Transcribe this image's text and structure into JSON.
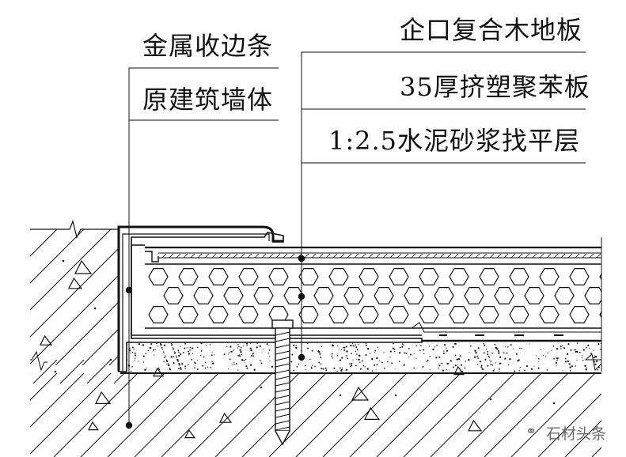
{
  "labels": {
    "left_top": "金属收边条",
    "left_bottom": "原建筑墙体",
    "right_1": "企口复合木地板",
    "right_2": "35厚挤塑聚苯板",
    "right_3": "1:2.5水泥砂浆找平层"
  },
  "watermark": {
    "text": "石材头条",
    "icon": "wechat-icon"
  },
  "colors": {
    "line": "#111111",
    "background": "#ffffff"
  }
}
